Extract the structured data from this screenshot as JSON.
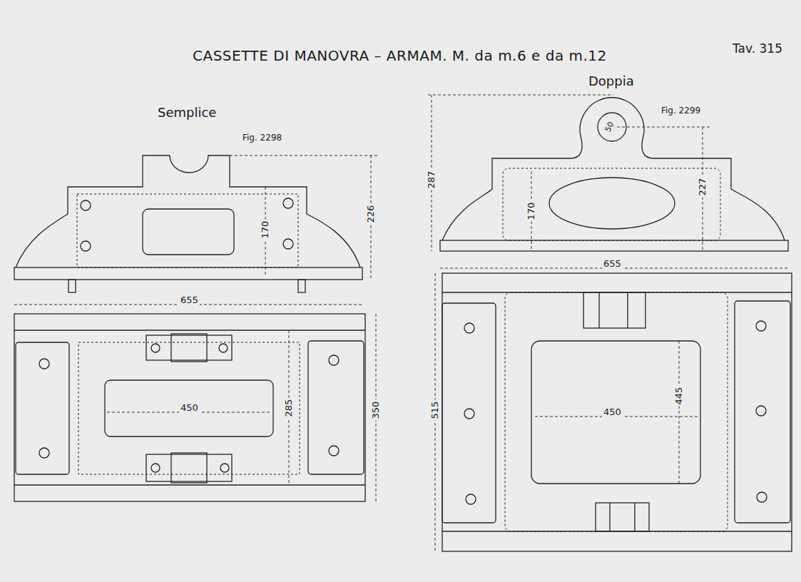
{
  "diagram": {
    "title": "CASSETTE DI MANOVRA – ARMAM. M. da m.6 e da m.12",
    "labels": [
      "Tav. 315",
      "Semplice",
      "Fig. 2298",
      "Doppia",
      "Fig. 2299",
      "226",
      "170",
      "655",
      "350",
      "285",
      "450",
      "50",
      "287",
      "170",
      "227",
      "655",
      "515",
      "445",
      "450"
    ]
  }
}
